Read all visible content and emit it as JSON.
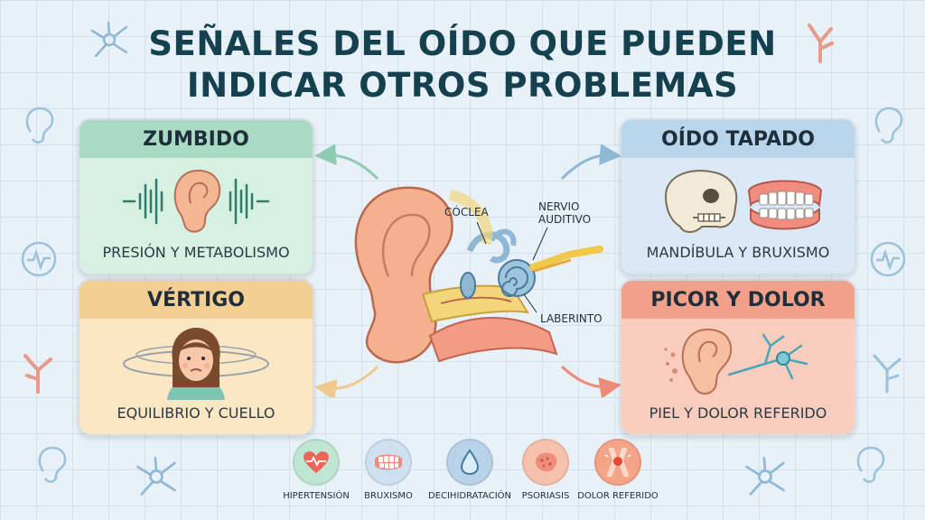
{
  "title": {
    "line1": "SEÑALES DEL OÍDO QUE PUEDEN",
    "line2": "INDICAR OTROS PROBLEMAS"
  },
  "cards": [
    {
      "heading": "ZUMBIDO",
      "caption": "PRESIÓN Y METABOLISMO",
      "icon": "ear-sound-waves-icon"
    },
    {
      "heading": "OÍDO TAPADO",
      "caption": "MANDÍBULA Y BRUXISMO",
      "icon": "skull-jaw-icon"
    },
    {
      "heading": "VÉRTIGO",
      "caption": "EQUILIBRIO Y CUELLO",
      "icon": "dizzy-woman-icon"
    },
    {
      "heading": "PICOR Y DOLOR",
      "caption": "PIEL Y DOLOR REFERIDO",
      "icon": "ear-nerve-icon"
    }
  ],
  "ear_labels": {
    "cochlea": "CÓCLEA",
    "nerve_line1": "NERVIO",
    "nerve_line2": "AUDITIVO",
    "labyrinth": "LABERINTO"
  },
  "bottom_icons": [
    {
      "label": "HIPERTENSIÓN",
      "icon": "heart-pulse-icon",
      "color": "#bfe6d2"
    },
    {
      "label": "BRUXISMO",
      "icon": "teeth-icon",
      "color": "#cfe0f2"
    },
    {
      "label": "DECIHIDRATACIÓN",
      "icon": "water-drop-icon",
      "color": "#b9d3ea"
    },
    {
      "label": "PSORIASIS",
      "icon": "skin-patch-icon",
      "color": "#f6c1ad"
    },
    {
      "label": "DOLOR REFERIDO",
      "icon": "joint-pain-icon",
      "color": "#f3a489"
    }
  ]
}
